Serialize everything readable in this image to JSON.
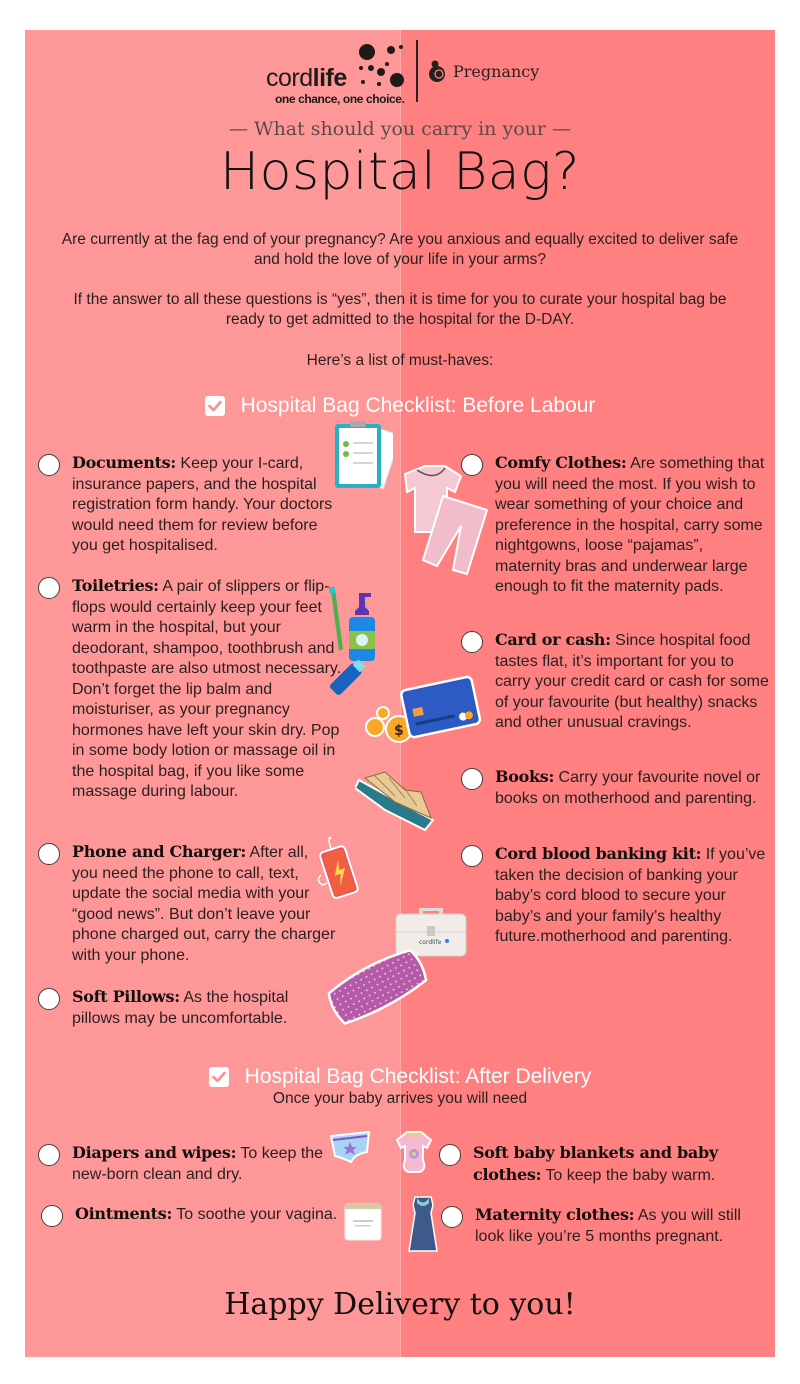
{
  "brand": {
    "name_light": "cord",
    "name_bold": "life",
    "tagline": "one chance, one choice.",
    "section": "Pregnancy"
  },
  "header": {
    "kicker": "— What should you carry in your —",
    "title": "Hospital Bag?"
  },
  "intro": {
    "p1": "Are currently at the fag end of your pregnancy? Are you anxious and equally excited to deliver safe and hold the love of your life in your arms?",
    "p2": "If the answer to all these questions is “yes”, then it is time for you to curate your hospital bag be ready to get admitted to the hospital for the D-DAY.",
    "p3": "Here’s a list of must-haves:"
  },
  "before_labour": {
    "heading": "Hospital Bag Checklist: Before Labour",
    "items": [
      {
        "label": "Documents:",
        "text": " Keep your I-card, insurance papers, and the hospital registration form handy. Your doctors would need them for review before you get hospitalised.",
        "icon": "clipboard-icon"
      },
      {
        "label": "Toiletries:",
        "text": " A pair of slippers or flip-flops would certainly keep your feet warm in the hospital, but your deodorant, shampoo, toothbrush and toothpaste are also utmost necessary. Don’t forget the lip balm and moisturiser, as your pregnancy hormones have left your skin dry. Pop in some body lotion or massage oil in the hospital bag, if you like some massage during labour.",
        "icon": "toiletries-icon"
      },
      {
        "label": "Phone and Charger:",
        "text": " After all, you need the phone to call, text, update the social media with your “good news”. But don’t leave your phone charged out, carry the charger with your phone.",
        "icon": "phone-icon"
      },
      {
        "label": "Soft Pillows:",
        "text": " As the hospital pillows may be uncomfortable.",
        "icon": "pillow-icon"
      },
      {
        "label": "Comfy Clothes:",
        "text": " Are something that you will need the most. If you wish to wear something of your choice and preference in the hospital, carry some nightgowns, loose “pajamas”, maternity bras and underwear large enough to fit the maternity pads.",
        "icon": "pajamas-icon"
      },
      {
        "label": "Card or cash:",
        "text": " Since hospital food tastes flat, it’s important for you to carry your credit card or cash for some of your favourite (but healthy) snacks and other unusual cravings.",
        "icon": "credit-card-icon"
      },
      {
        "label": "Books:",
        "text": " Carry your favourite novel or books on motherhood and parenting.",
        "icon": "book-icon"
      },
      {
        "label": "Cord blood banking kit:",
        "text": " If you’ve taken the decision of banking your baby’s cord blood to secure your baby’s and your family’s healthy future.motherhood and parenting.",
        "icon": "kit-box-icon"
      }
    ]
  },
  "after_delivery": {
    "heading": "Hospital Bag Checklist: After Delivery",
    "subheading": "Once your baby arrives you will need",
    "items": [
      {
        "label": "Diapers and wipes:",
        "text": " To keep the new-born clean and dry.",
        "icon": "diaper-icon"
      },
      {
        "label": "Ointments:",
        "text": " To soothe your vagina.",
        "icon": "ointment-jar-icon"
      },
      {
        "label": "Soft baby blankets and baby clothes:",
        "text": " To keep the baby warm.",
        "icon": "baby-onesie-icon"
      },
      {
        "label": "Maternity clothes:",
        "text": "  As you will still look like you’re 5 months pregnant.",
        "icon": "dress-icon"
      }
    ]
  },
  "closing": "Happy Delivery to you!",
  "colors": {
    "left_bg": "#fe9898",
    "right_bg": "#fe8080",
    "heading_text": "#ffffff",
    "body_text": "#2a1f1f"
  }
}
